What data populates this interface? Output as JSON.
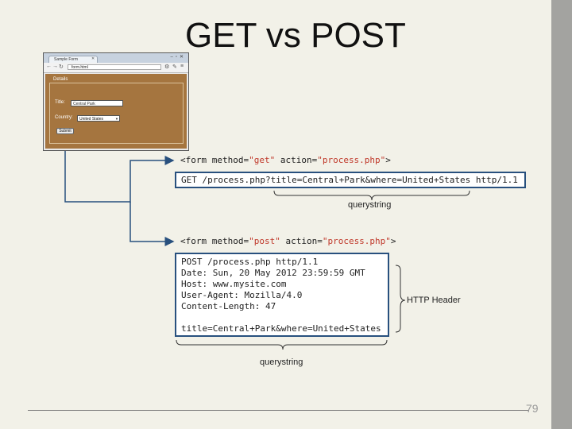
{
  "slide": {
    "title": "GET vs POST",
    "page_number": "79"
  },
  "browser": {
    "tab_title": "Sample Form",
    "url": "form.html",
    "form": {
      "legend": "Details",
      "title_label": "Title:",
      "title_value": "Central Park",
      "country_label": "Country:",
      "country_value": "United States",
      "submit_label": "Submit"
    }
  },
  "get_section": {
    "form_tag_prefix": "<form method=",
    "form_tag_method": "\"get\"",
    "form_tag_middle": " action=",
    "form_tag_action": "\"process.php\"",
    "form_tag_suffix": ">",
    "request_line": "GET /process.php?title=Central+Park&where=United+States http/1.1",
    "querystring_label": "querystring"
  },
  "post_section": {
    "form_tag_prefix": "<form method=",
    "form_tag_method": "\"post\"",
    "form_tag_middle": " action=",
    "form_tag_action": "\"process.php\"",
    "form_tag_suffix": ">",
    "request_lines": [
      "POST /process.php http/1.1",
      "Date: Sun, 20 May 2012 23:59:59 GMT",
      "Host: www.mysite.com",
      "User-Agent: Mozilla/4.0",
      "Content-Length: 47"
    ],
    "body_line": "title=Central+Park&where=United+States",
    "http_header_label": "HTTP Header",
    "querystring_label": "querystring"
  },
  "colors": {
    "box_border": "#28507e",
    "connector": "#28507e",
    "string_literal": "#c0392b",
    "form_background": "#a5753f"
  }
}
